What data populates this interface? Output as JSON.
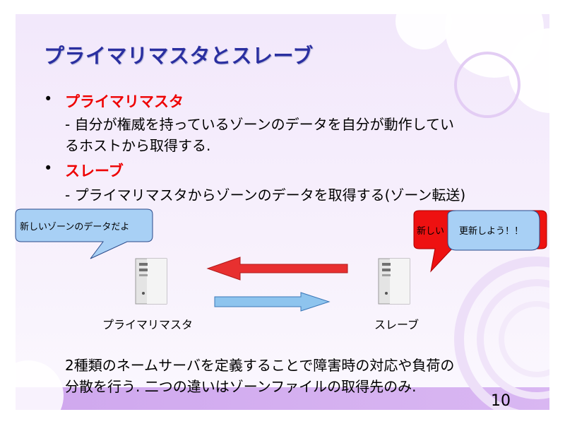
{
  "slide": {
    "title": "プライマリマスタとスレーブ",
    "bullets": [
      {
        "head": "プライマリマスタ",
        "sub_line1": "- 自分が権威を持っているゾーンのデータを自分が動作してい",
        "sub_line2": "るホストから取得する."
      },
      {
        "head": "スレーブ",
        "sub_line1": "- プライマリマスタからゾーンのデータを取得する(ゾーン転送)"
      }
    ],
    "diagram": {
      "primary_bubble": "新しいゾーンのデータだよ",
      "slave_bubble_back": "新しい",
      "slave_bubble_front": "更新しよう！！",
      "primary_label": "プライマリマスタ",
      "slave_label": "スレーブ"
    },
    "bottom_line1": "2種類のネームサーバを定義することで障害時の対応や負荷の",
    "bottom_line2": "分散を行う. 二つの違いはゾーンファイルの取得先のみ.",
    "page_number": "10"
  },
  "colors": {
    "title": "#2a2fa0",
    "bullet_head": "#ee0000",
    "bubble_fill": "#a8d0f5",
    "bubble_red": "#ee1111",
    "arrow_red": "#e83030",
    "arrow_blue": "#8ec4ee"
  }
}
